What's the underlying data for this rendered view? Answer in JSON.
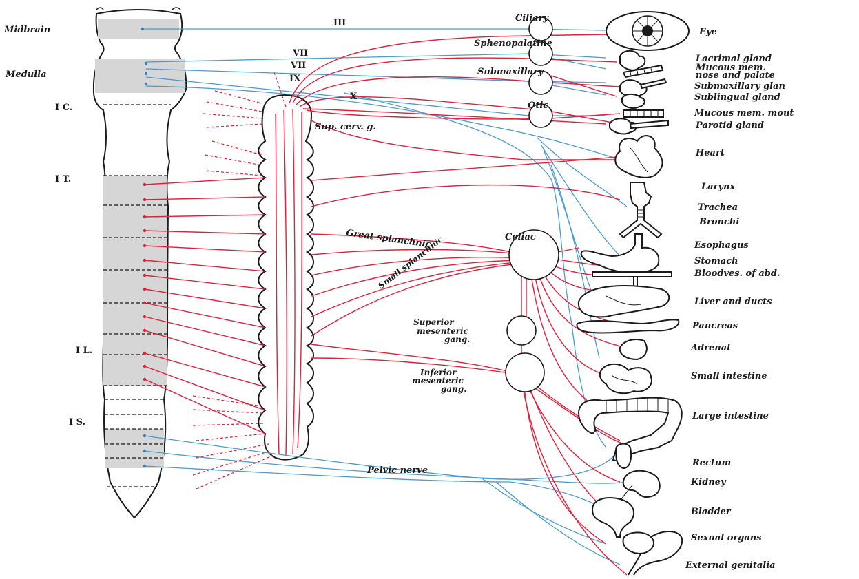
{
  "cord": {
    "midbrain": "Midbrain",
    "medulla": "Medulla",
    "segments": {
      "cervical": "I C.",
      "thoracic": "I T.",
      "lumbar": "I L.",
      "sacral": "I S."
    }
  },
  "cranial_nerves": {
    "iii": "III",
    "vii_a": "VII",
    "vii_b": "VII",
    "ix": "IX",
    "x": "X"
  },
  "ganglia": {
    "ciliary": "Ciliary",
    "sphenopalatine": "Sphenopalatine",
    "submaxillary": "Submaxillary",
    "otic": "Otic",
    "sup_cerv": "Sup. cerv. g.",
    "celiac": "Celiac",
    "superior_mesenteric": [
      "Superior",
      "mesenteric",
      "gang."
    ],
    "inferior_mesenteric": [
      "Inferior",
      "mesenteric",
      "gang."
    ]
  },
  "nerves": {
    "great_splanchnic": "Great splanchnic",
    "small_splanchnic": "Small splanchnic",
    "pelvic": "Pelvic nerve"
  },
  "organs": {
    "eye": "Eye",
    "lacrimal": "Lacrimal gland",
    "mucous_nose_1": "Mucous mem.",
    "mucous_nose_2": "nose and palate",
    "submaxillary_gland": "Submaxillary glan",
    "sublingual": "Sublingual gland",
    "mucous_mouth": "Mucous mem. mout",
    "parotid": "Parotid gland",
    "heart": "Heart",
    "larynx": "Larynx",
    "trachea": "Trachea",
    "bronchi": "Bronchi",
    "esophagus": "Esophagus",
    "stomach": "Stomach",
    "bloodves": "Bloodves. of abd.",
    "liver": "Liver and ducts",
    "pancreas": "Pancreas",
    "adrenal": "Adrenal",
    "small_intestine": "Small intestine",
    "large_intestine": "Large intestine",
    "rectum": "Rectum",
    "kidney": "Kidney",
    "bladder": "Bladder",
    "sexual": "Sexual organs",
    "external": "External genitalia"
  },
  "colors": {
    "sympathetic": "#e0203a",
    "parasympathetic": "#4a9bd0",
    "outline": "#1a1a1a",
    "shade": "#d6d6d6"
  }
}
